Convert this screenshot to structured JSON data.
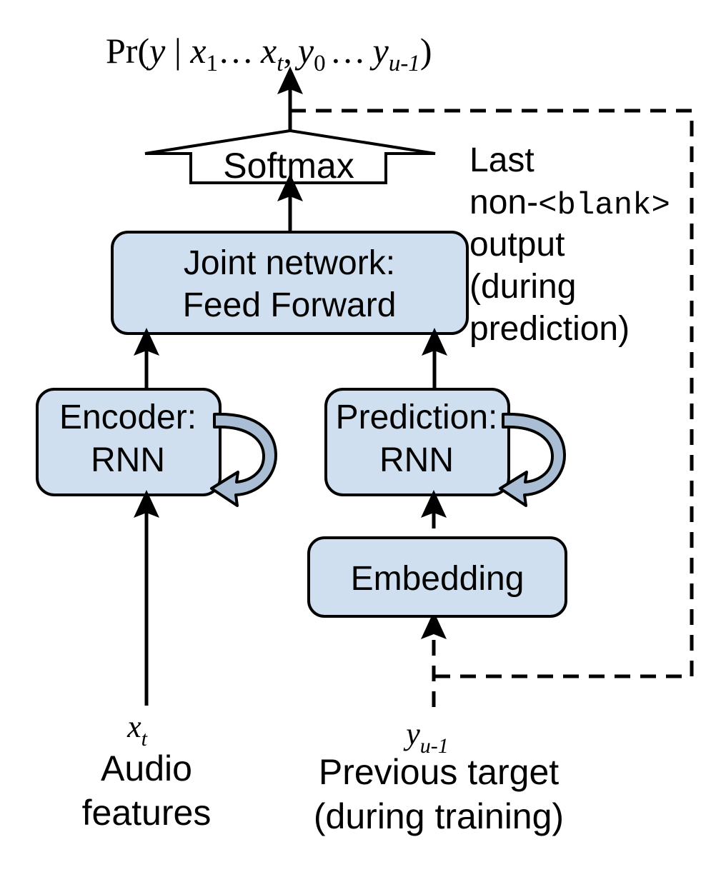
{
  "figure": {
    "title": "RNN Transducer architecture diagram",
    "colors": {
      "node_fill": "#cfdfef",
      "node_stroke": "#000000",
      "loop_fill": "#a9bed4",
      "softmax_fill": "#ffffff",
      "background": "#ffffff"
    }
  },
  "output_formula": {
    "prefix": "Pr(",
    "var_y": "y",
    "bar": " | ",
    "var_x1": "x",
    "sub_1": "1",
    "ellipsis_1": "…",
    "var_xt": "x",
    "sub_t": "t",
    "comma": ",",
    "var_y0": "y",
    "sub_0": "0",
    "ellipsis_2": "…",
    "var_yu": "y",
    "sub_u1": "u-1",
    "suffix": ")",
    "full": "Pr(y | x1… xt, y0 … yu-1)"
  },
  "nodes": {
    "softmax": {
      "label": "Softmax",
      "shape": "up-arrow-pentagon"
    },
    "joint": {
      "line1": "Joint network:",
      "line2": "Feed Forward"
    },
    "encoder": {
      "line1": "Encoder:",
      "line2": "RNN"
    },
    "prediction": {
      "line1": "Prediction:",
      "line2": "RNN"
    },
    "embedding": {
      "line1": "Embedding"
    }
  },
  "annotations": {
    "feedback": {
      "line1": "Last",
      "line2_prefix": "non-",
      "line2_mono": "<blank>",
      "line3": "output",
      "line4": "(during",
      "line5": "prediction)"
    }
  },
  "inputs": {
    "audio": {
      "symbol_var": "x",
      "symbol_sub": "t",
      "line1": "Audio",
      "line2": "features"
    },
    "previous_target": {
      "symbol_var": "y",
      "symbol_sub": "u-1",
      "line1": "Previous target",
      "line2": "(during training)"
    }
  },
  "edges": {
    "encoder_to_joint": "solid-arrow-up",
    "prediction_to_joint": "solid-arrow-up",
    "joint_to_softmax": "solid-arrow-up",
    "softmax_to_output": "solid-arrow-up",
    "audio_to_encoder": "solid-arrow-up",
    "embedding_to_prediction": "solid-arrow-up",
    "previous_target_to_embedding": "dashed-arrow-up",
    "feedback_loop": "dashed-path",
    "encoder_recurrence": "curved-loop-arrow",
    "prediction_recurrence": "curved-loop-arrow"
  }
}
